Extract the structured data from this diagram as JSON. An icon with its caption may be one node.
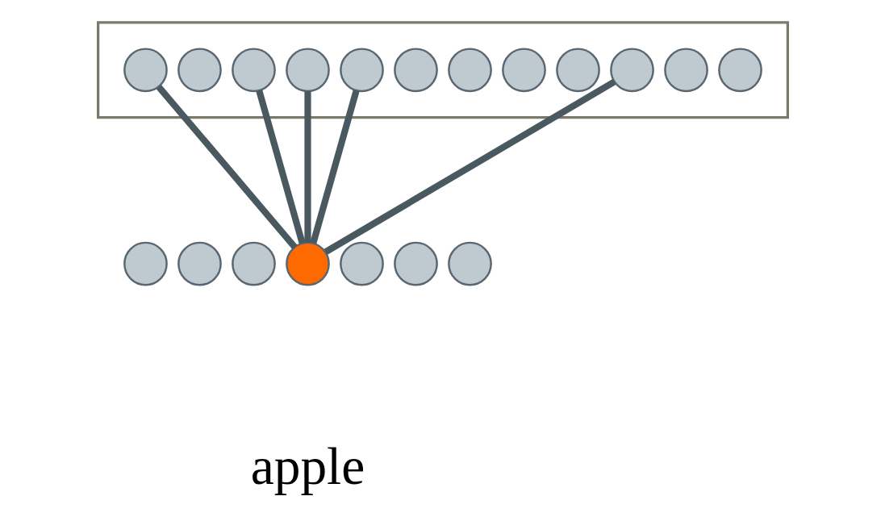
{
  "diagram": {
    "nodes": [
      {
        "text": [],
        "shape": "box"
      },
      {
        "text": [],
        "shape": "circle",
        "in": 0
      },
      {
        "text": [],
        "shape": "circle",
        "in": 0
      },
      {
        "text": [],
        "shape": "circle",
        "in": 0
      },
      {
        "text": [],
        "shape": "circle",
        "in": 0
      },
      {
        "text": [],
        "shape": "circle",
        "in": 0
      },
      {
        "text": [],
        "shape": "circle",
        "in": 0
      },
      {
        "text": [],
        "shape": "circle",
        "in": 0
      },
      {
        "text": [],
        "shape": "circle",
        "in": 0
      },
      {
        "text": [],
        "shape": "circle",
        "in": 0
      },
      {
        "text": [],
        "shape": "circle",
        "in": 0
      },
      {
        "text": [],
        "shape": "circle",
        "in": 0
      },
      {
        "text": [],
        "shape": "circle",
        "in": 0
      },
      {
        "text": [],
        "shape": "circle"
      },
      {
        "text": [],
        "shape": "circle"
      },
      {
        "text": [],
        "shape": "circle"
      },
      {
        "text": [],
        "shape": "circle"
      },
      {
        "text": [],
        "shape": "circle"
      },
      {
        "text": [],
        "shape": "circle"
      },
      {
        "text": [],
        "shape": "circle"
      }
    ],
    "edges": [
      {
        "from": 1,
        "to": 16,
        "arrow": "none"
      },
      {
        "from": 3,
        "to": 16,
        "arrow": "none"
      },
      {
        "from": 4,
        "to": 16,
        "arrow": "none"
      },
      {
        "from": 5,
        "to": 16,
        "arrow": "none"
      },
      {
        "from": 10,
        "to": 16,
        "arrow": "none"
      }
    ],
    "labels": [
      "apple"
    ]
  }
}
